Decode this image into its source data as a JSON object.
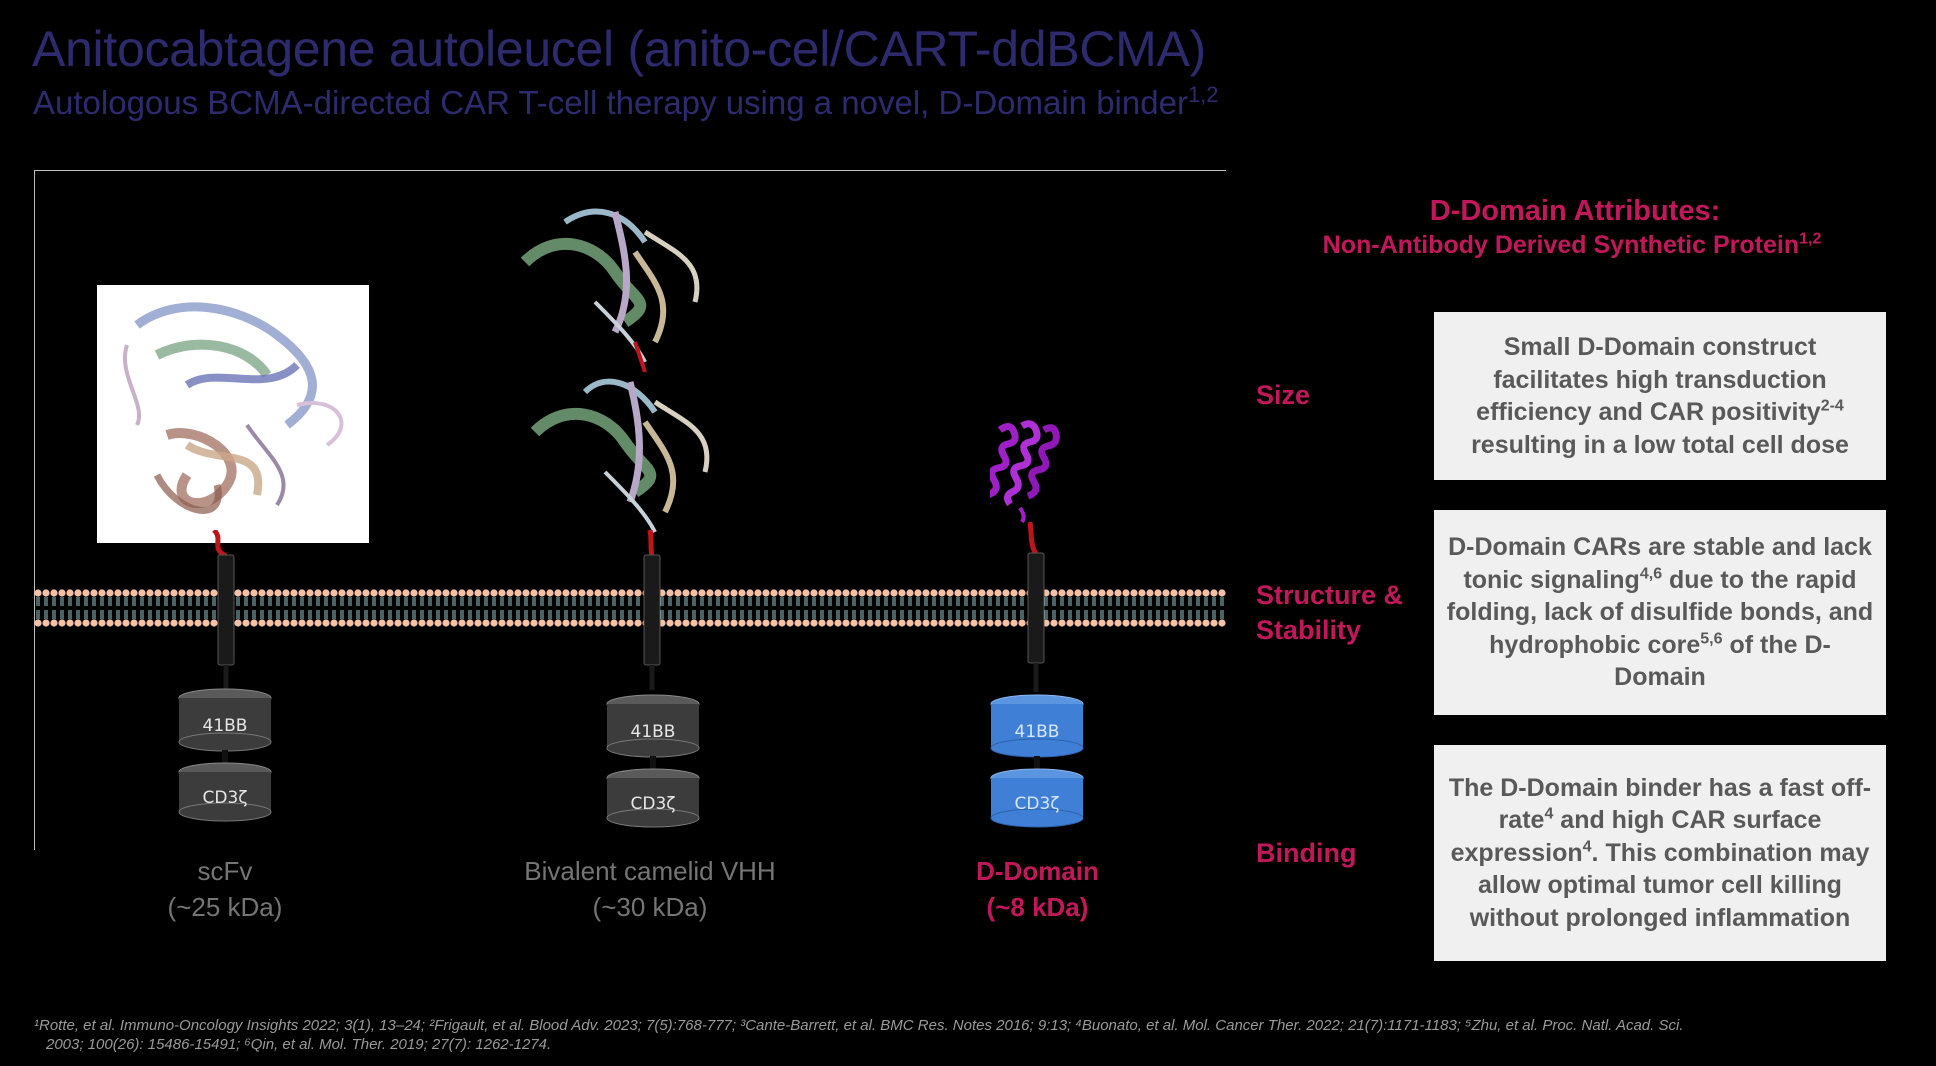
{
  "header": {
    "title": "Anitocabtagene autoleucel (anito-cel/CART-ddBCMA)",
    "subtitle": "Autologous BCMA-directed CAR T-cell therapy using a novel, D-Domain binder",
    "subtitle_sup": "1,2"
  },
  "constructs": [
    {
      "name": "scFv",
      "size": "(~25 kDa)",
      "domain1": "41BB",
      "domain2": "CD3ζ"
    },
    {
      "name": "Bivalent camelid VHH",
      "size": "(~30 kDa)",
      "domain1": "41BB",
      "domain2": "CD3ζ"
    },
    {
      "name": "D-Domain",
      "size": "(~8 kDa)",
      "domain1": "41BB",
      "domain2": "CD3ζ"
    }
  ],
  "attributes": {
    "title": "D-Domain Attributes:",
    "subtitle": "Non-Antibody Derived Synthetic Protein",
    "subtitle_sup": "1,2",
    "items": [
      {
        "name_line1": "Size",
        "name_line2": "",
        "text_parts": [
          "Small D-Domain construct facilitates high transduction efficiency and CAR positivity",
          "2-4",
          " resulting in a low total cell dose"
        ]
      },
      {
        "name_line1": "Structure &",
        "name_line2": "Stability",
        "text_parts": [
          "D-Domain CARs are stable and lack tonic signaling",
          "4,6",
          " due to the rapid folding, lack of disulfide bonds, and hydrophobic core",
          "5,6",
          " of the D-Domain"
        ]
      },
      {
        "name_line1": "Binding",
        "name_line2": "",
        "text_parts": [
          "The D-Domain binder has a fast off-rate",
          "4",
          " and high CAR surface expression",
          "4",
          ". This combination may allow optimal tumor cell killing without prolonged inflammation"
        ]
      }
    ]
  },
  "footnotes": {
    "line1": "¹Rotte, et al. Immuno-Oncology Insights 2022; 3(1), 13–24; ²Frigault, et al. Blood Adv. 2023; 7(5):768-777; ³Cante-Barrett, et al. BMC Res. Notes 2016; 9:13; ⁴Buonato, et al. Mol. Cancer Ther. 2022; 21(7):1171-1183; ⁵Zhu, et al. Proc. Natl. Acad. Sci.",
    "line2": "2003; 100(26): 15486-15491; ⁶Qin, et al. Mol. Ther. 2019; 27(7): 1262-1274."
  },
  "colors": {
    "title": "#2d2b6e",
    "accent": "#c2185b",
    "gray_domain": "#4a4a4a",
    "blue_domain": "#3f7fd6",
    "linker": "#c0141c",
    "helix": "#a020c8"
  }
}
